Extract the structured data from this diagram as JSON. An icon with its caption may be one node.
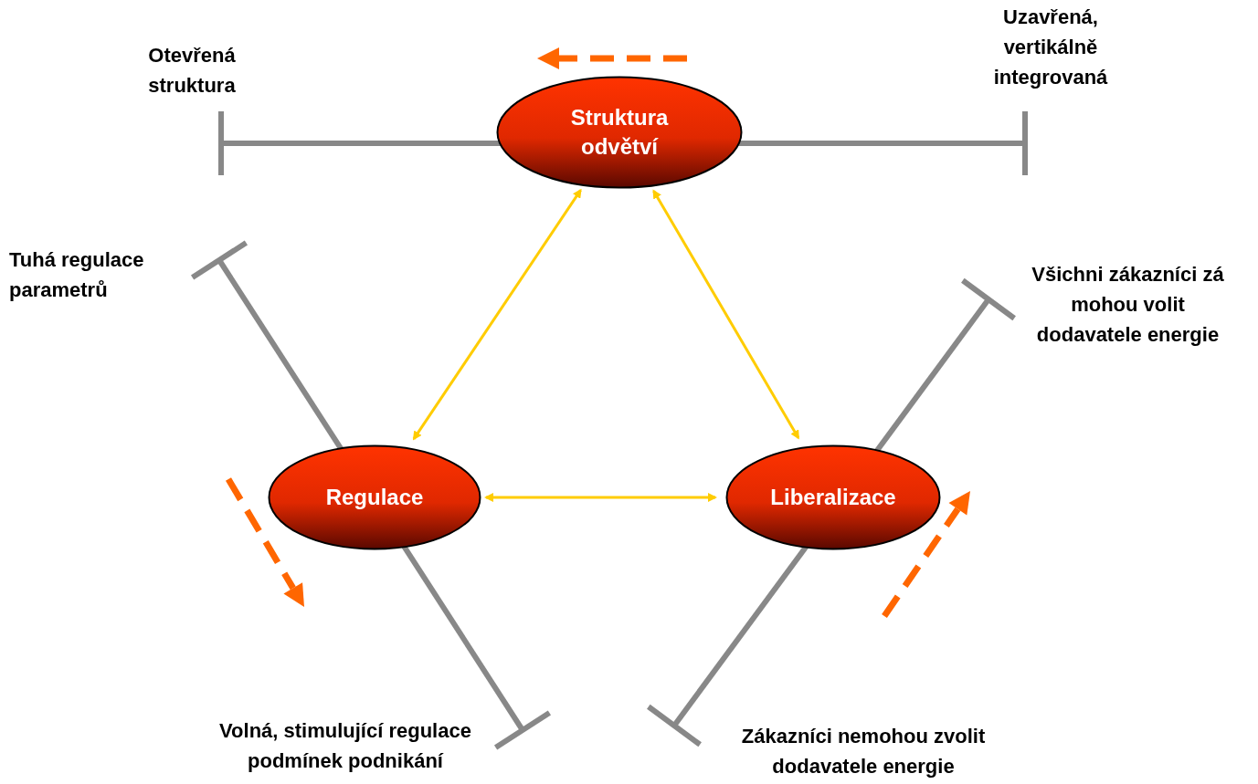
{
  "diagram": {
    "nodes": [
      {
        "text": [
          "Struktura odvětví"
        ]
      },
      {
        "text": [
          "Regulace"
        ]
      },
      {
        "text": [
          "Liberalizace"
        ]
      }
    ],
    "edges": [
      {
        "from": 0,
        "to": 1,
        "arrow": "both"
      },
      {
        "from": 0,
        "to": 2,
        "arrow": "both"
      },
      {
        "from": 1,
        "to": 2,
        "arrow": "both"
      }
    ],
    "labels": [
      "Otevřená struktura",
      "Uzavřená, vertikálně integrovaná",
      "Tuhá regulace parametrů",
      "Všichni zákazníci zá mohou volit dodavatele energie",
      "Volná, stimulující regulace podmínek podnikání",
      "Zákazníci nemohou zvolit dodavatele energie"
    ]
  }
}
